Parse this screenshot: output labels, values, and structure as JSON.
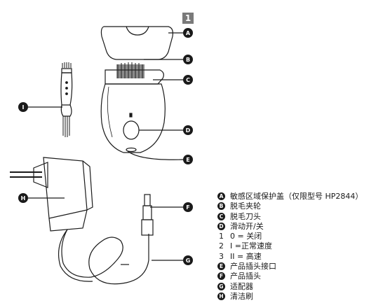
{
  "figure_number": "1",
  "callouts": {
    "A": "A",
    "B": "B",
    "C": "C",
    "D": "D",
    "E": "E",
    "F": "F",
    "G": "G",
    "H": "H",
    "I": "I"
  },
  "legend": [
    {
      "marker": "A",
      "kind": "badge",
      "text": "敏感区域保护盖（仅限型号 HP2844）"
    },
    {
      "marker": "B",
      "kind": "badge",
      "text": "脱毛夹轮"
    },
    {
      "marker": "C",
      "kind": "badge",
      "text": "脱毛刀头"
    },
    {
      "marker": "D",
      "kind": "badge",
      "text": "滑动开/关"
    },
    {
      "marker": "1",
      "kind": "number",
      "text": "0 = 关闭"
    },
    {
      "marker": "2",
      "kind": "number",
      "text": "I =正常速度"
    },
    {
      "marker": "3",
      "kind": "number",
      "text": "II = 高速"
    },
    {
      "marker": "E",
      "kind": "badge",
      "text": "产品插头接口"
    },
    {
      "marker": "F",
      "kind": "badge",
      "text": "产品插头"
    },
    {
      "marker": "G",
      "kind": "badge",
      "text": "适配器"
    },
    {
      "marker": "H",
      "kind": "badge",
      "text": "清洁刷"
    }
  ],
  "colors": {
    "ink": "#1a1a1a",
    "badge_grey": "#7a7a7a"
  }
}
